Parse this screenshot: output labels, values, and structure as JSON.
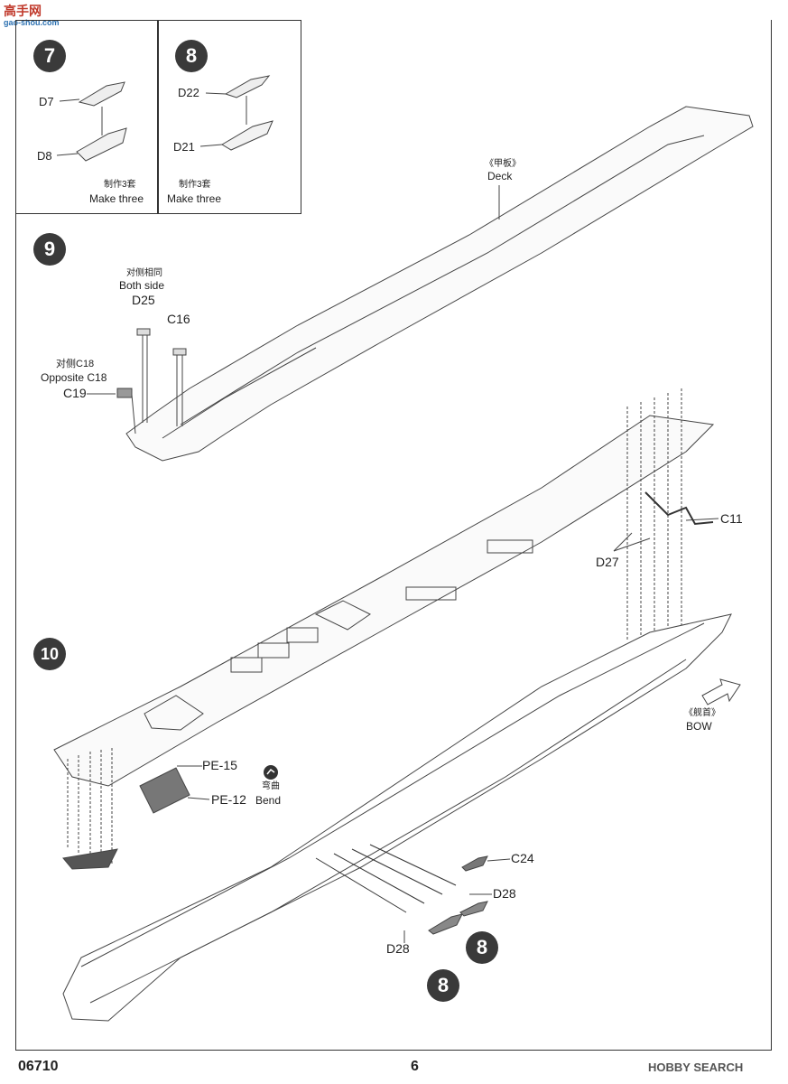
{
  "watermark_top": {
    "zh": "高手网",
    "url": "gao-shou.com"
  },
  "steps": {
    "s7": "7",
    "s8": "8",
    "s9": "9",
    "s10": "10",
    "s8b": "8",
    "s8c": "8"
  },
  "step7": {
    "d7": "D7",
    "d8": "D8",
    "make_zh": "制作3套",
    "make_en": "Make three"
  },
  "step8": {
    "d22": "D22",
    "d21": "D21",
    "make_zh": "制作3套",
    "make_en": "Make three"
  },
  "step9": {
    "deck_zh": "《甲板》",
    "deck_en": "Deck",
    "both_zh": "对侧相同",
    "both_en": "Both side",
    "d25": "D25",
    "c16": "C16",
    "opp_zh": "对侧C18",
    "opp_en": "Opposite C18",
    "c19": "C19"
  },
  "step10": {
    "c11": "C11",
    "d27": "D27",
    "bow_zh": "《舰首》",
    "bow_en": "BOW",
    "pe15": "PE-15",
    "pe12": "PE-12",
    "bend_zh": "弯曲",
    "bend_en": "Bend",
    "c24": "C24",
    "d28a": "D28",
    "d28b": "D28"
  },
  "footer": {
    "code": "06710",
    "page": "6",
    "brand": "HOBBY SEARCH"
  }
}
